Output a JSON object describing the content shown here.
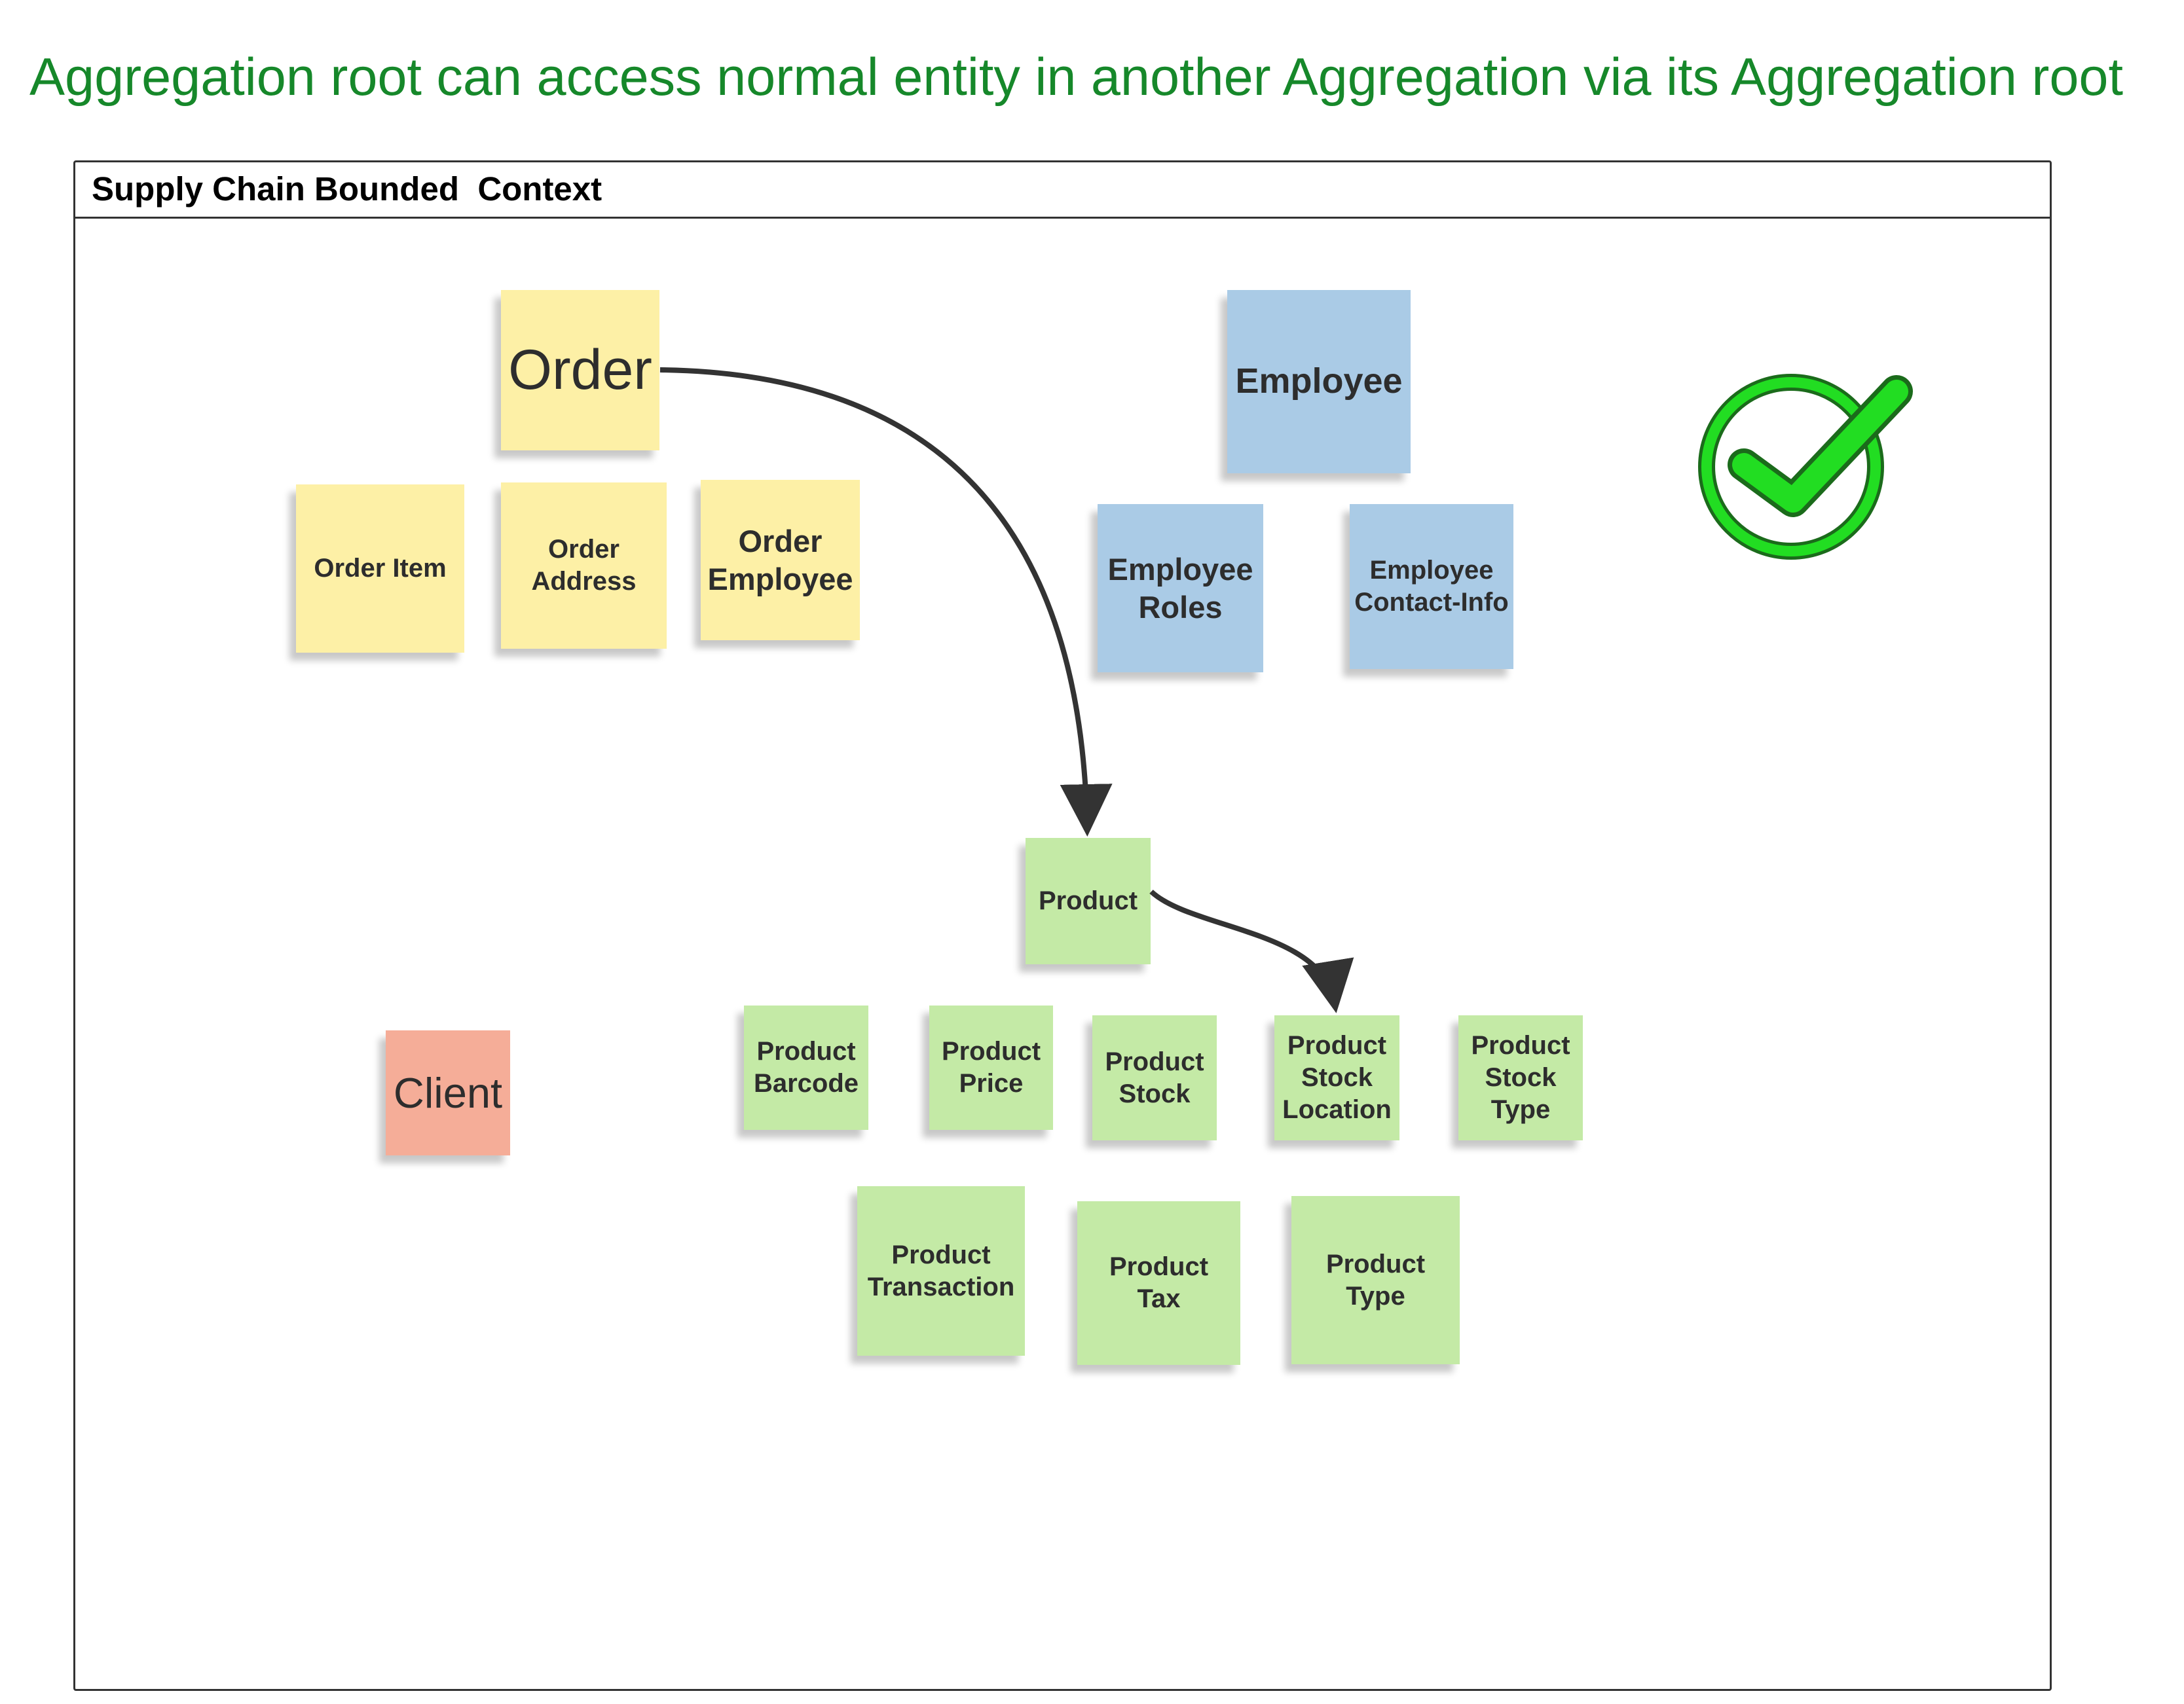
{
  "title": "Aggregation root can access normal entity in another Aggregation via its Aggregation root",
  "context": {
    "label": "Supply Chain Bounded  Context"
  },
  "colors": {
    "title": "#16882a",
    "order_aggregate": "#fdf0a6",
    "employee_aggregate": "#aacbe6",
    "product_aggregate": "#c4eaa6",
    "client": "#f5ad98",
    "checkmark": "#22dd22"
  },
  "notes": {
    "order": "Order",
    "order_item": "Order Item",
    "order_address": "Order\nAddress",
    "order_employee": "Order\nEmployee",
    "employee": "Employee",
    "employee_roles": "Employee\nRoles",
    "employee_contact_info": "Employee\nContact-Info",
    "product": "Product",
    "product_barcode": "Product\nBarcode",
    "product_price": "Product\nPrice",
    "product_stock": "Product\nStock",
    "product_stock_location": "Product\nStock\nLocation",
    "product_stock_type": "Product\nStock\nType",
    "product_transaction": "Product\nTransaction",
    "product_tax": "Product\nTax",
    "product_type": "Product\nType",
    "client": "Client"
  },
  "icons": {
    "status": "checkmark-circle-icon"
  }
}
